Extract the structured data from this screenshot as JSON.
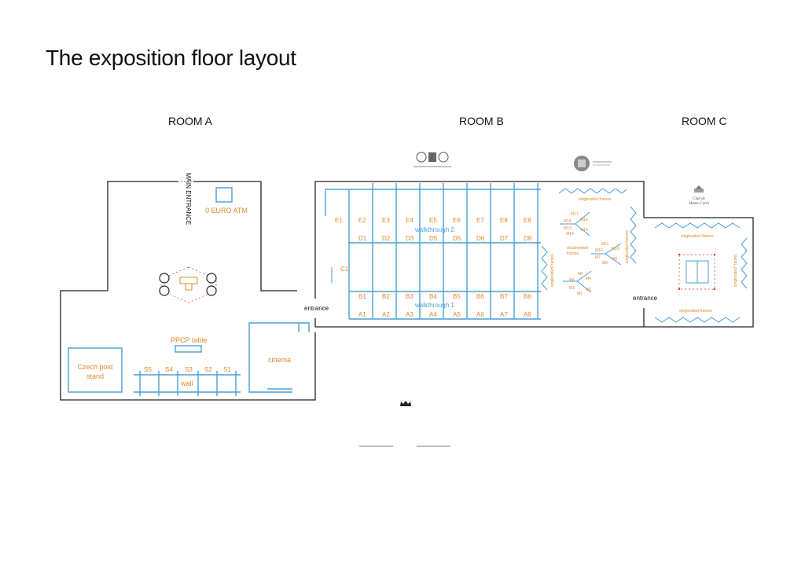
{
  "title": "The exposition floor layout",
  "rooms": {
    "a": "ROOM A",
    "b": "ROOM B",
    "c": "ROOM C"
  },
  "room_a": {
    "main_entrance": "MAIN ENTRANCE",
    "atm": "0 EURO ATM",
    "ppcp_table": "PPCP table",
    "czech_post_line1": "Czech post",
    "czech_post_line2": "stand",
    "cinema": "cinema",
    "wall": "wall",
    "stands": [
      "S5",
      "S4",
      "S3",
      "S2",
      "S1"
    ]
  },
  "room_b": {
    "entrance": "entrance",
    "row_e": [
      "E1",
      "E2",
      "E3",
      "E4",
      "E5",
      "E6",
      "E7",
      "E8",
      "E8"
    ],
    "row_d": [
      "D1",
      "D2",
      "D3",
      "D5",
      "D5",
      "D6",
      "D7",
      "D8"
    ],
    "c1": "C1",
    "row_b": [
      "B1",
      "B2",
      "B3",
      "B4",
      "B5",
      "B6",
      "B7",
      "B8"
    ],
    "row_a": [
      "A1",
      "A2",
      "A3",
      "A4",
      "A5",
      "A6",
      "A7",
      "A8"
    ],
    "walkthrough_2": "walkthrough 2",
    "walkthrough_1": "walkthrough 1",
    "singlesided_frames": "singlesided frames",
    "doublesided_line1": "doublesided",
    "doublesided_line2": "frames",
    "m_labels": [
      "M17",
      "M18",
      "M16",
      "M13",
      "M15",
      "M14",
      "M11",
      "M12",
      "M10",
      "M7",
      "M9",
      "M8",
      "M5",
      "M6",
      "M4",
      "M1",
      "M3",
      "M2"
    ]
  },
  "room_c": {
    "entrance": "entrance",
    "singlesided_frames": "singlesided frames"
  },
  "colors": {
    "wall": "#222222",
    "blue": "#4a9fd8",
    "orange": "#e2892b",
    "red": "#d9342b"
  },
  "icons": [
    "logo-philatelic-club-icon",
    "logo-stamp-icon",
    "logo-monte-carlo-icon",
    "crown-icon"
  ]
}
